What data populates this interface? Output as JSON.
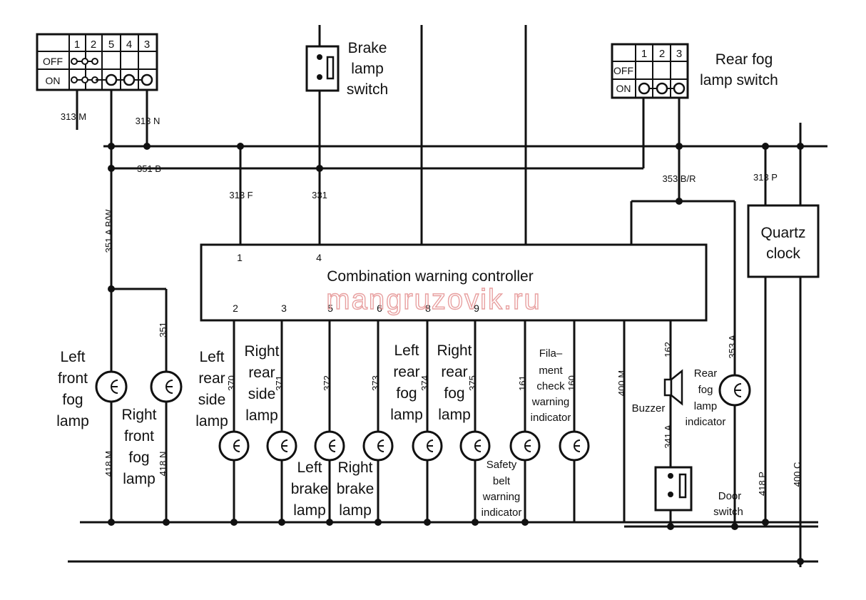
{
  "switch_left": {
    "headers": [
      "1",
      "2",
      "5",
      "4",
      "3"
    ],
    "off_label": "OFF",
    "on_label": "ON"
  },
  "switch_rear": {
    "headers": [
      "1",
      "2",
      "3"
    ],
    "off_label": "OFF",
    "on_label": "ON"
  },
  "labels": {
    "brake_switch": [
      "Brake",
      "lamp",
      "switch"
    ],
    "rear_fog_switch": [
      "Rear fog",
      "lamp switch"
    ],
    "controller": "Combination warning controller",
    "quartz": [
      "Quartz",
      "clock"
    ],
    "left_front_fog": [
      "Left",
      "front",
      "fog",
      "lamp"
    ],
    "right_front_fog": [
      "Right",
      "front",
      "fog",
      "lamp"
    ],
    "left_rear_side": [
      "Left",
      "rear",
      "side",
      "lamp"
    ],
    "right_rear_side": [
      "Right",
      "rear",
      "side",
      "lamp"
    ],
    "left_brake": [
      "Left",
      "brake",
      "lamp"
    ],
    "right_brake": [
      "Right",
      "brake",
      "lamp"
    ],
    "left_rear_fog": [
      "Left",
      "rear",
      "fog",
      "lamp"
    ],
    "right_rear_fog": [
      "Right",
      "rear",
      "fog",
      "lamp"
    ],
    "safety_belt": [
      "Safety",
      "belt",
      "warning",
      "indicator"
    ],
    "filament": [
      "Fila–",
      "ment",
      "check",
      "warning",
      "indicator"
    ],
    "buzzer": "Buzzer",
    "rear_fog_indicator": [
      "Rear",
      "fog",
      "lamp",
      "indicator"
    ],
    "door_switch": [
      "Door",
      "switch"
    ]
  },
  "wires": {
    "w313M": "313 M",
    "w313N": "313 N",
    "w351B": "351 B",
    "w313F": "313 F",
    "w331": "331",
    "w353BR": "353 B/R",
    "w313P": "313 P",
    "w351ABW": "351 A B/W",
    "w351": "351",
    "w370": "370",
    "w371": "371",
    "w372": "372",
    "w373": "373",
    "w374": "374",
    "w375": "375",
    "w161": "161",
    "w160": "160",
    "w400M": "400 M",
    "w162": "162",
    "w353A": "353 A",
    "w341A": "341 A",
    "w418M": "418 M",
    "w418N": "418 N",
    "w418P": "418 P",
    "w400C": "400 C"
  },
  "pins": {
    "p1": "1",
    "p4": "4",
    "p2": "2",
    "p3": "3",
    "p5": "5",
    "p6": "6",
    "p8": "8",
    "p9": "9"
  },
  "watermark": "mangruzovik.ru"
}
